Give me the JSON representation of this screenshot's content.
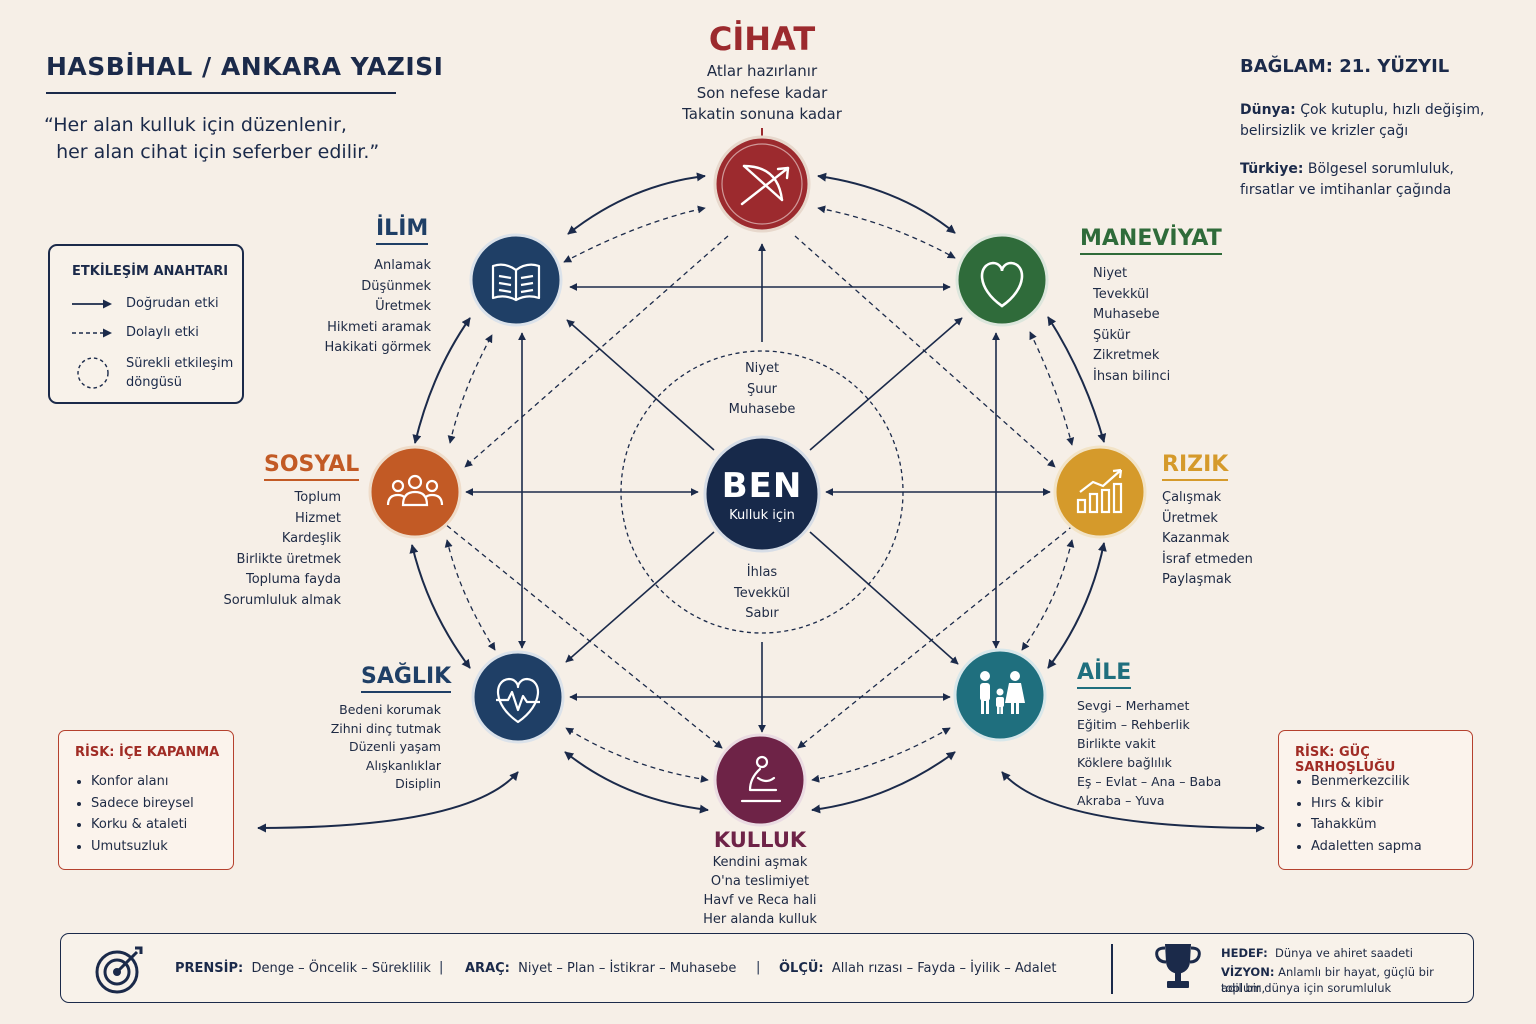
{
  "header": {
    "title": "HASBİHAL / ANKARA YAZISI",
    "quote": "“Her alan kulluk için düzenlenir,\n  her alan cihat için seferber edilir.”"
  },
  "legend": {
    "title": "ETKİLEŞİM ANAHTARI",
    "direct": "Doğrudan etki",
    "indirect": "Dolaylı etki",
    "cycle_line1": "Sürekli etkileşim",
    "cycle_line2": "döngüsü"
  },
  "context": {
    "title": "BAĞLAM: 21. YÜZYIL",
    "world_label": "Dünya:",
    "world_text": "Çok kutuplu, hızlı değişim, belirsizlik ve krizler çağı",
    "turkey_label": "Türkiye:",
    "turkey_text": "Bölgesel sorumluluk, fırsatlar ve imtihanlar çağında"
  },
  "center": {
    "title": "BEN",
    "subtitle": "Kulluk için",
    "top": [
      "Niyet",
      "Şuur",
      "Muhasebe"
    ],
    "bottom": [
      "İhlas",
      "Tevekkül",
      "Sabır"
    ]
  },
  "nodes": {
    "cihat": {
      "title": "CİHAT",
      "color": "#9c2a2e",
      "items": [
        "Atlar hazırlanır",
        "Son nefese kadar",
        "Takatin sonuna kadar"
      ],
      "icon": "bow-arrow-icon"
    },
    "maneviyat": {
      "title": "MANEVİYAT",
      "color": "#2f6b3a",
      "items": [
        "Niyet",
        "Tevekkül",
        "Muhasebe",
        "Şükür",
        "Zikretmek",
        "İhsan bilinci"
      ],
      "icon": "heart-icon"
    },
    "rizik": {
      "title": "RIZIK",
      "color": "#d59a2b",
      "items": [
        "Çalışmak",
        "Üretmek",
        "Kazanmak",
        "İsraf etmeden",
        "Paylaşmak"
      ],
      "icon": "growth-chart-icon"
    },
    "aile": {
      "title": "AİLE",
      "color": "#1f6f7e",
      "items": [
        "Sevgi – Merhamet",
        "Eğitim – Rehberlik",
        "Birlikte vakit",
        "Köklere bağlılık",
        "Eş – Evlat – Ana – Baba",
        "Akraba – Yuva"
      ],
      "icon": "family-icon"
    },
    "kulluk": {
      "title": "KULLUK",
      "color": "#6e2347",
      "items": [
        "Kendini aşmak",
        "O'na teslimiyet",
        "Havf ve Reca hali",
        "Her alanda kulluk"
      ],
      "icon": "prayer-icon"
    },
    "saglik": {
      "title": "SAĞLIK",
      "color": "#1f3f66",
      "items": [
        "Bedeni korumak",
        "Zihni dinç tutmak",
        "Düzenli yaşam",
        "Alışkanlıklar",
        "Disiplin"
      ],
      "icon": "heartbeat-icon"
    },
    "sosyal": {
      "title": "SOSYAL",
      "color": "#c25a25",
      "items": [
        "Toplum",
        "Hizmet",
        "Kardeşlik",
        "Birlikte üretmek",
        "Topluma fayda",
        "Sorumluluk almak"
      ],
      "icon": "people-icon"
    },
    "ilim": {
      "title": "İLİM",
      "color": "#1f3f66",
      "items": [
        "Anlamak",
        "Düşünmek",
        "Üretmek",
        "Hikmeti aramak",
        "Hakikati görmek"
      ],
      "icon": "book-icon"
    }
  },
  "risks": {
    "left": {
      "title": "RİSK: İÇE KAPANMA",
      "items": [
        "Konfor alanı",
        "Sadece bireysel",
        "Korku & ataleti",
        "Umutsuzluk"
      ]
    },
    "right": {
      "title": "RİSK: GÜÇ SARHOŞLUĞU",
      "items": [
        "Benmerkezcilik",
        "Hırs & kibir",
        "Tahakküm",
        "Adaletten sapma"
      ]
    }
  },
  "footer": {
    "principle_label": "PRENSİP:",
    "principle": "Denge – Öncelik – Süreklilik",
    "tool_label": "ARAÇ:",
    "tool": "Niyet – Plan – İstikrar – Muhasebe",
    "measure_label": "ÖLÇÜ:",
    "measure": "Allah rızası – Fayda – İyilik – Adalet",
    "separator": "|",
    "goal_label": "HEDEF:",
    "goal": "Dünya ve ahiret saadeti",
    "vision_label": "VİZYON:",
    "vision_line1": "Anlamlı bir hayat, güçlü bir toplum,",
    "vision_line2": "adil bir dünya için sorumluluk"
  },
  "colors": {
    "navy": "#1b2a4a",
    "background": "#f6efe7",
    "risk": "#a02c25"
  }
}
